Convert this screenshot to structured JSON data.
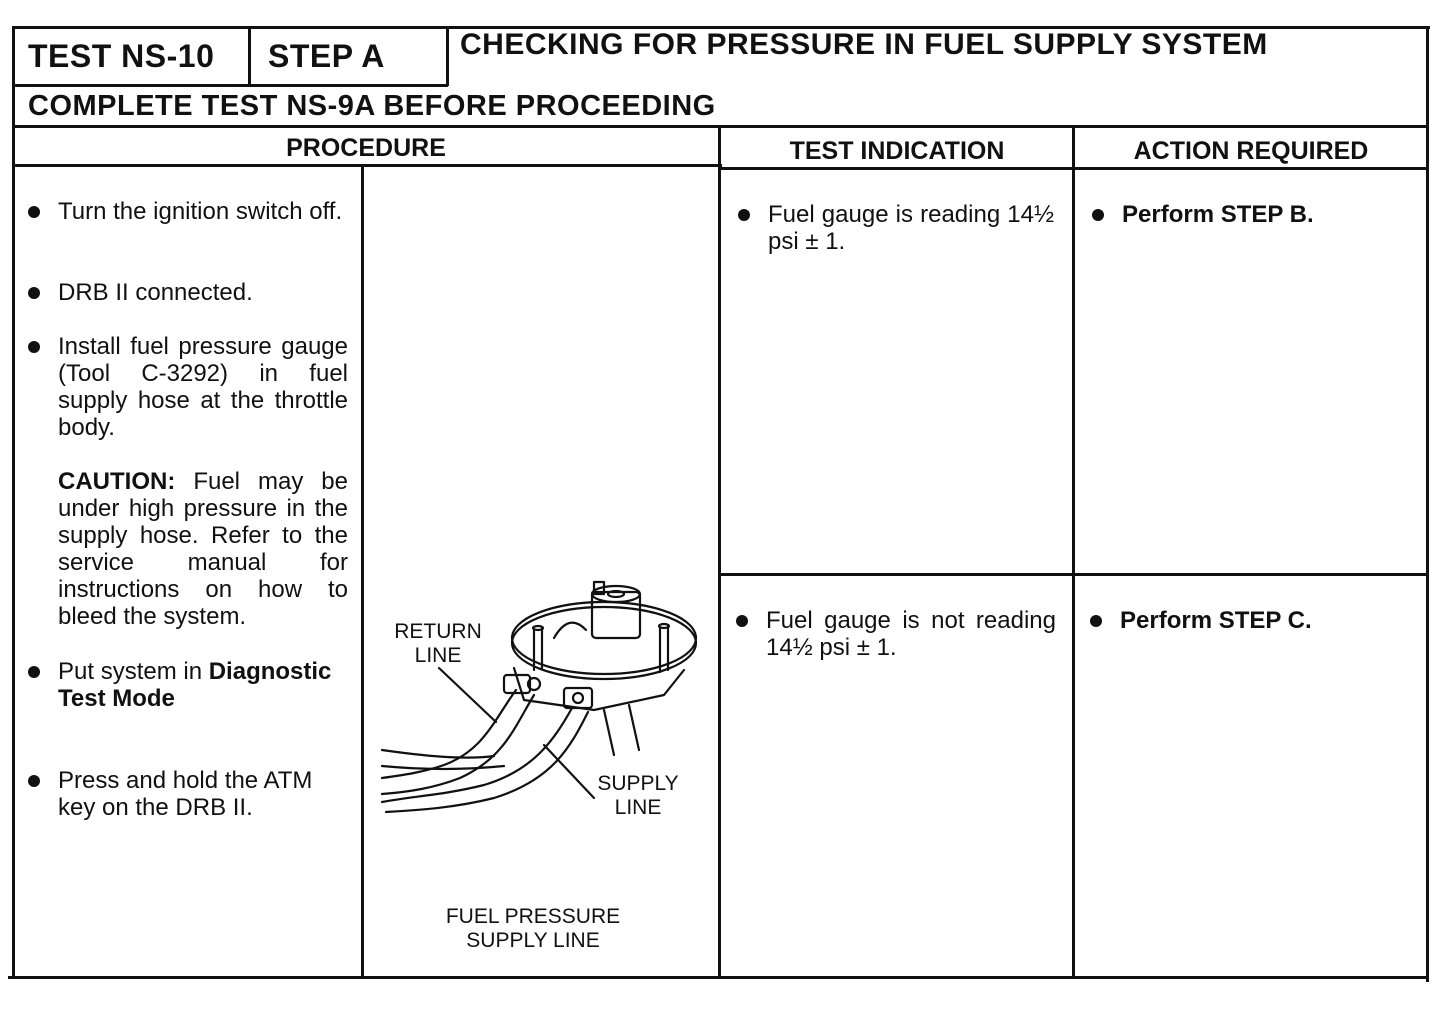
{
  "header": {
    "test_id": "TEST NS-10",
    "step": "STEP A",
    "title": "CHECKING FOR PRESSURE IN FUEL SUPPLY SYSTEM",
    "prerequisite": "COMPLETE TEST NS-9A BEFORE PROCEEDING"
  },
  "columns": {
    "procedure": "PROCEDURE",
    "test_indication": "TEST INDICATION",
    "action_required": "ACTION REQUIRED"
  },
  "procedure": {
    "step1": "Turn the ignition switch off.",
    "step2": "DRB II connected.",
    "step3": "Install fuel pressure gauge (Tool C-3292) in fuel supply hose at the throttle body.",
    "caution_label": "CAUTION:",
    "caution_text": "Fuel may be under high pressure in the supply hose. Refer to the service manual for instructions on how to bleed the system.",
    "step4_prefix": "Put system in ",
    "step4_bold": "Diagnostic Test Mode",
    "step5": "Press and hold the ATM key on the DRB II."
  },
  "figure": {
    "label_return": "RETURN LINE",
    "label_supply": "SUPPLY LINE",
    "caption": "FUEL PRESSURE SUPPLY LINE"
  },
  "rows": [
    {
      "indication": "Fuel gauge is reading 14½ psi ± 1.",
      "action": "Perform STEP B."
    },
    {
      "indication": "Fuel gauge is not reading 14½ psi ± 1.",
      "action": "Perform STEP C."
    }
  ]
}
